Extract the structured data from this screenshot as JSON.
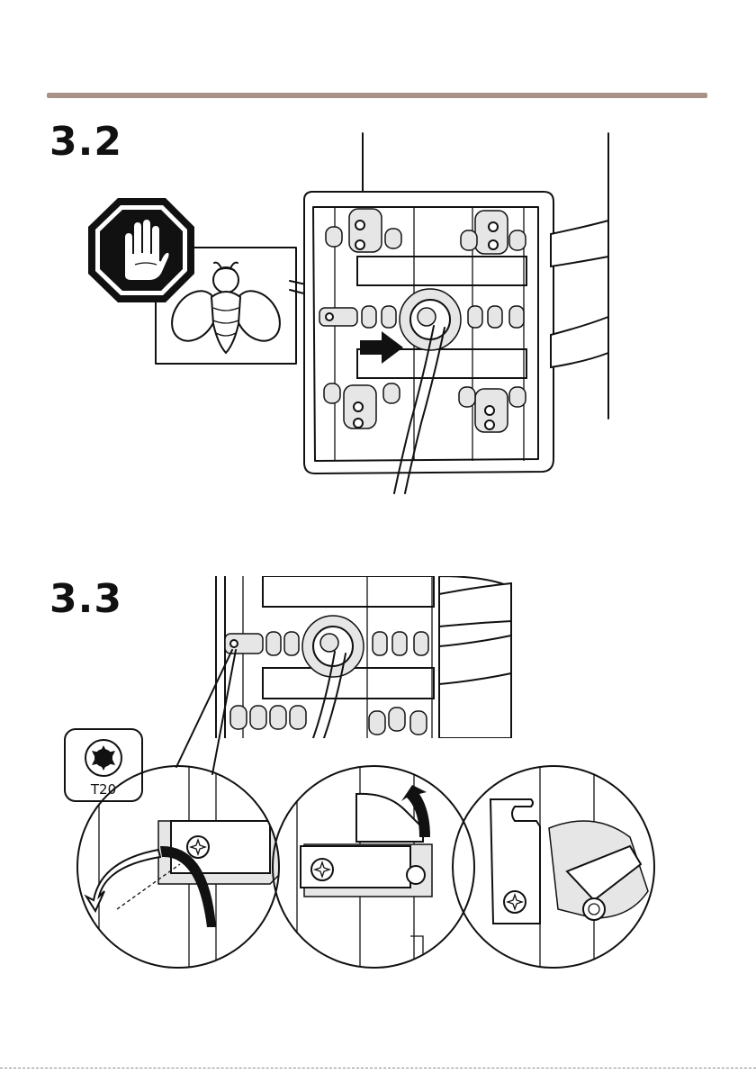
{
  "header": {
    "rule_color": "#a89288"
  },
  "steps": [
    {
      "number": "3.2",
      "icons": [
        "stop-hand-icon",
        "bee-icon"
      ]
    },
    {
      "number": "3.3",
      "tool_icon": "torx-icon",
      "tool_label": "T20"
    }
  ]
}
